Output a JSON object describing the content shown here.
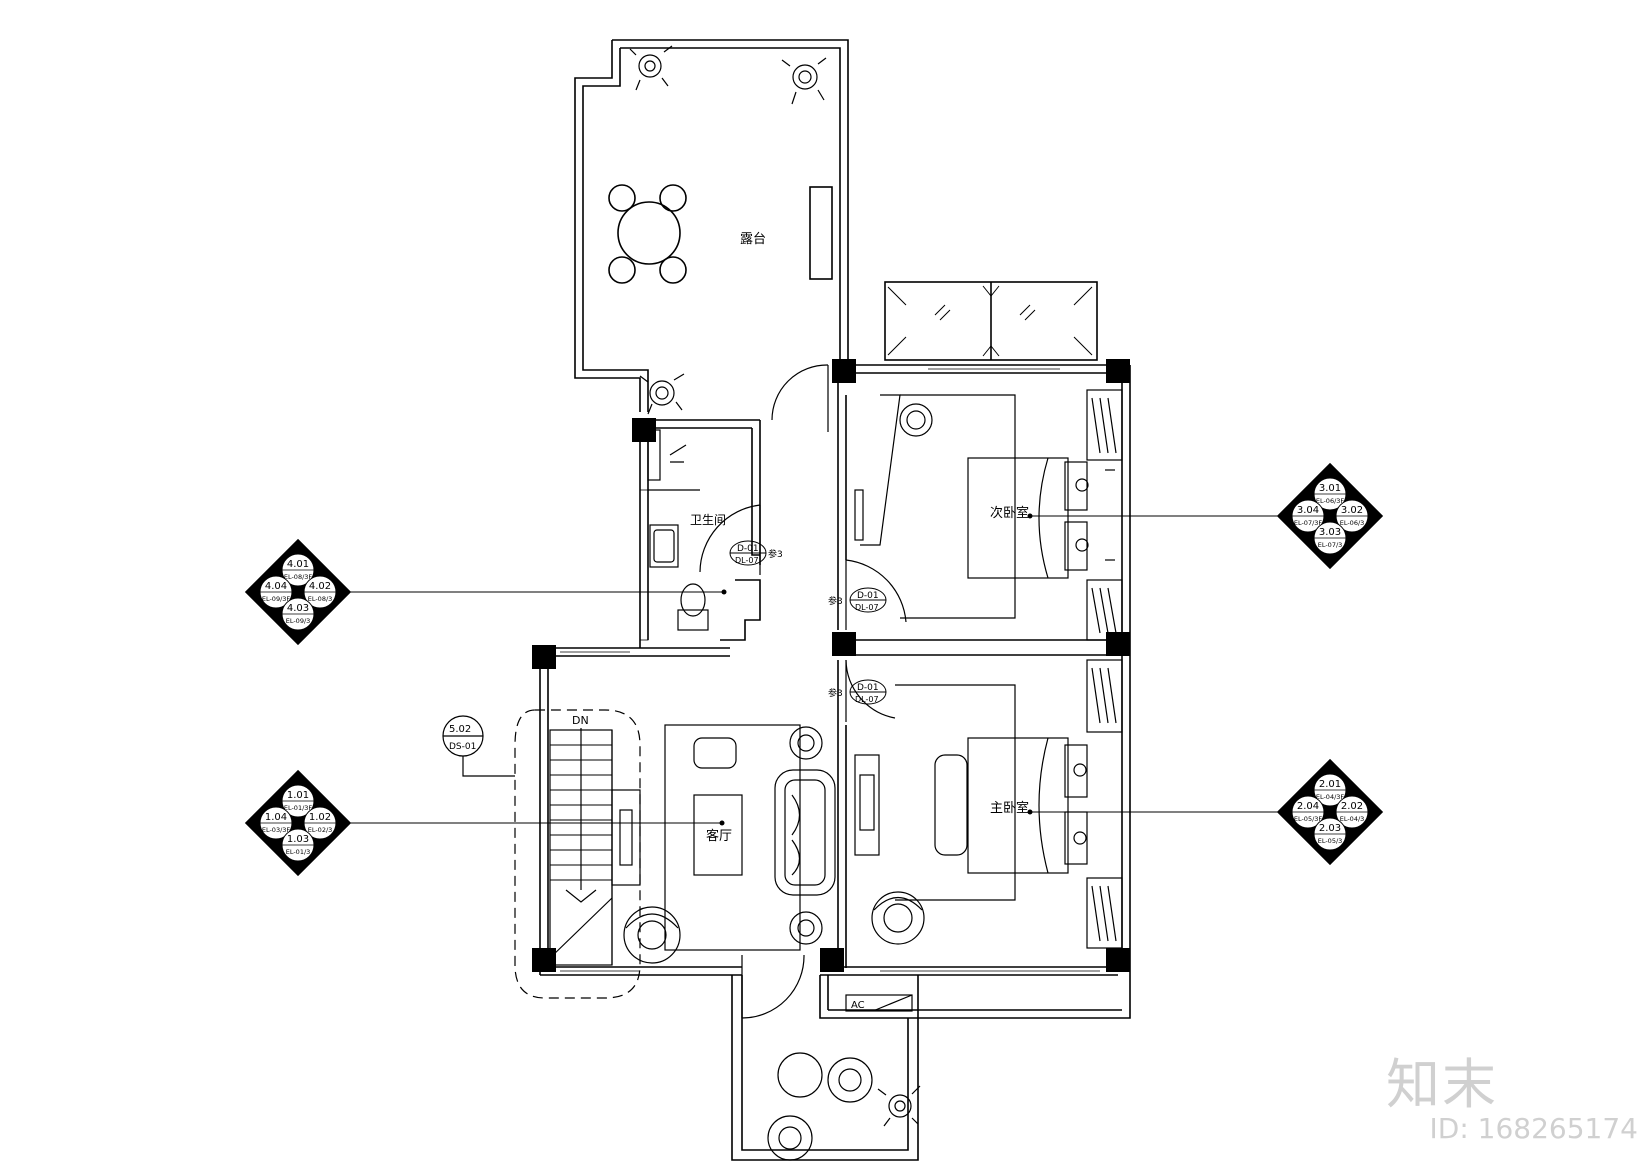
{
  "rooms": {
    "terrace": "露台",
    "bathroom": "卫生间",
    "second_bedroom": "次卧室",
    "master_bedroom": "主卧室",
    "living_room": "客厅"
  },
  "stair": {
    "direction": "DN"
  },
  "ac_label": "AC",
  "door_tags": [
    {
      "code": "D-01",
      "ref": "DL-07",
      "side_note": "参3"
    },
    {
      "code": "D-01",
      "ref": "DL-07",
      "side_note": "参3"
    },
    {
      "code": "D-01",
      "ref": "DL-07",
      "side_note": "参3"
    }
  ],
  "section_tag": {
    "top": "5.02",
    "bottom": "DS-01"
  },
  "elevation_keys": [
    {
      "name": "elevation-key-bathroom",
      "top": "4.01",
      "top_ref": "EL-08/3F",
      "left": "4.04",
      "left_ref": "EL-09/3F",
      "right": "4.02",
      "right_ref": "EL-08/3",
      "bottom": "4.03",
      "bottom_ref": "EL-09/3"
    },
    {
      "name": "elevation-key-living",
      "top": "1.01",
      "top_ref": "EL-01/3F",
      "left": "1.04",
      "left_ref": "EL-03/3F",
      "right": "1.02",
      "right_ref": "EL-02/3",
      "bottom": "1.03",
      "bottom_ref": "EL-01/3"
    },
    {
      "name": "elevation-key-second-bedroom",
      "top": "3.01",
      "top_ref": "EL-06/3F",
      "left": "3.04",
      "left_ref": "EL-07/3F",
      "right": "3.02",
      "right_ref": "EL-06/3",
      "bottom": "3.03",
      "bottom_ref": "EL-07/3"
    },
    {
      "name": "elevation-key-master-bedroom",
      "top": "2.01",
      "top_ref": "EL-04/3F",
      "left": "2.04",
      "left_ref": "EL-05/3F",
      "right": "2.02",
      "right_ref": "EL-04/3",
      "bottom": "2.03",
      "bottom_ref": "EL-05/3"
    }
  ],
  "watermark": {
    "logo": "知末",
    "id": "ID: 168265174"
  }
}
